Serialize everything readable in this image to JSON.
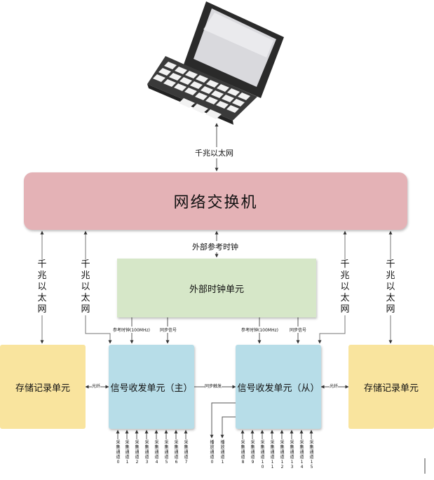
{
  "laptop_link_label": "千兆以太网",
  "switch_label": "网络交换机",
  "ext_ref_clock_label": "外部参考时钟",
  "clock_unit_label": "外部时钟单元",
  "storage_left_label": "存储记录单元",
  "storage_right_label": "存储记录单元",
  "signal_master_label": "信号收发单元（主）",
  "signal_slave_label": "信号收发单元（从）",
  "side_links": [
    "千兆以太网",
    "千兆以太网",
    "千兆以太网",
    "千兆以太网"
  ],
  "ref_clock_master": "参考时钟(100MHz)",
  "sync_signal_master": "同步信号",
  "ref_clock_slave": "参考时钟(100MHz)",
  "sync_signal_slave": "同步信号",
  "fiber_left": "光纤",
  "fiber_right": "光纤",
  "sync_trigger": "同步触发",
  "collect_channels_master": [
    "采集通道0",
    "采集通道1",
    "采集通道2",
    "采集通道3",
    "采集通道4",
    "采集通道5",
    "采集通道6",
    "采集通道7"
  ],
  "playback_channels": [
    "播放通道0",
    "播放通道1"
  ],
  "collect_channels_slave": [
    "采集通道8",
    "采集通道9",
    "采集通道10",
    "采集通道11",
    "采集通道12",
    "采集通道13",
    "采集通道14",
    "采集通道15"
  ]
}
